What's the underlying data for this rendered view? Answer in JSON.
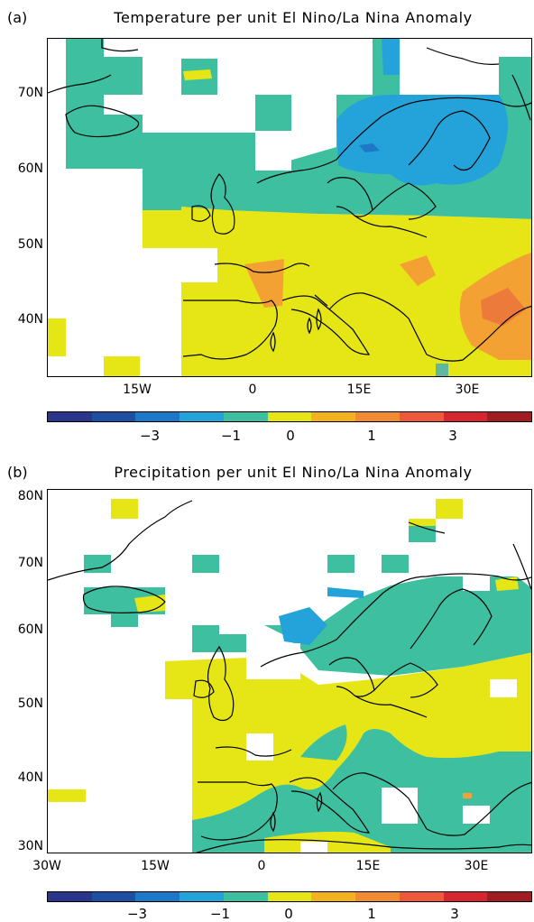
{
  "panels": [
    {
      "tag": "(a)",
      "title": "Temperature per unit El Nino/La Nina Anomaly",
      "y_labels": [
        "70N",
        "60N",
        "50N",
        "40N"
      ],
      "x_labels": [
        "15W",
        "0",
        "15E",
        "30E"
      ],
      "colorbar_labels": [
        "−3",
        "−1",
        "0",
        "1",
        "3"
      ]
    },
    {
      "tag": "(b)",
      "title": "Precipitation per unit El Nino/La Nina Anomaly",
      "y_labels": [
        "80N",
        "70N",
        "60N",
        "50N",
        "40N",
        "30N"
      ],
      "x_labels": [
        "30W",
        "15W",
        "0",
        "15E",
        "30E"
      ],
      "colorbar_labels": [
        "−3",
        "−1",
        "0",
        "1",
        "3"
      ]
    }
  ],
  "colorbar_colors": [
    "#2b3589",
    "#1f4fa3",
    "#1f77c7",
    "#23a3d9",
    "#3dbfa0",
    "#e6e617",
    "#f4b120",
    "#f08a33",
    "#ec5a3b",
    "#d6262f",
    "#a01d22"
  ],
  "colors": {
    "teal": "#3dbfa0",
    "blue": "#23a3d9",
    "dark_blue": "#1f77c7",
    "yellow": "#e6e617",
    "orange": "#f4a133",
    "dark_orange": "#ec7a3b"
  }
}
